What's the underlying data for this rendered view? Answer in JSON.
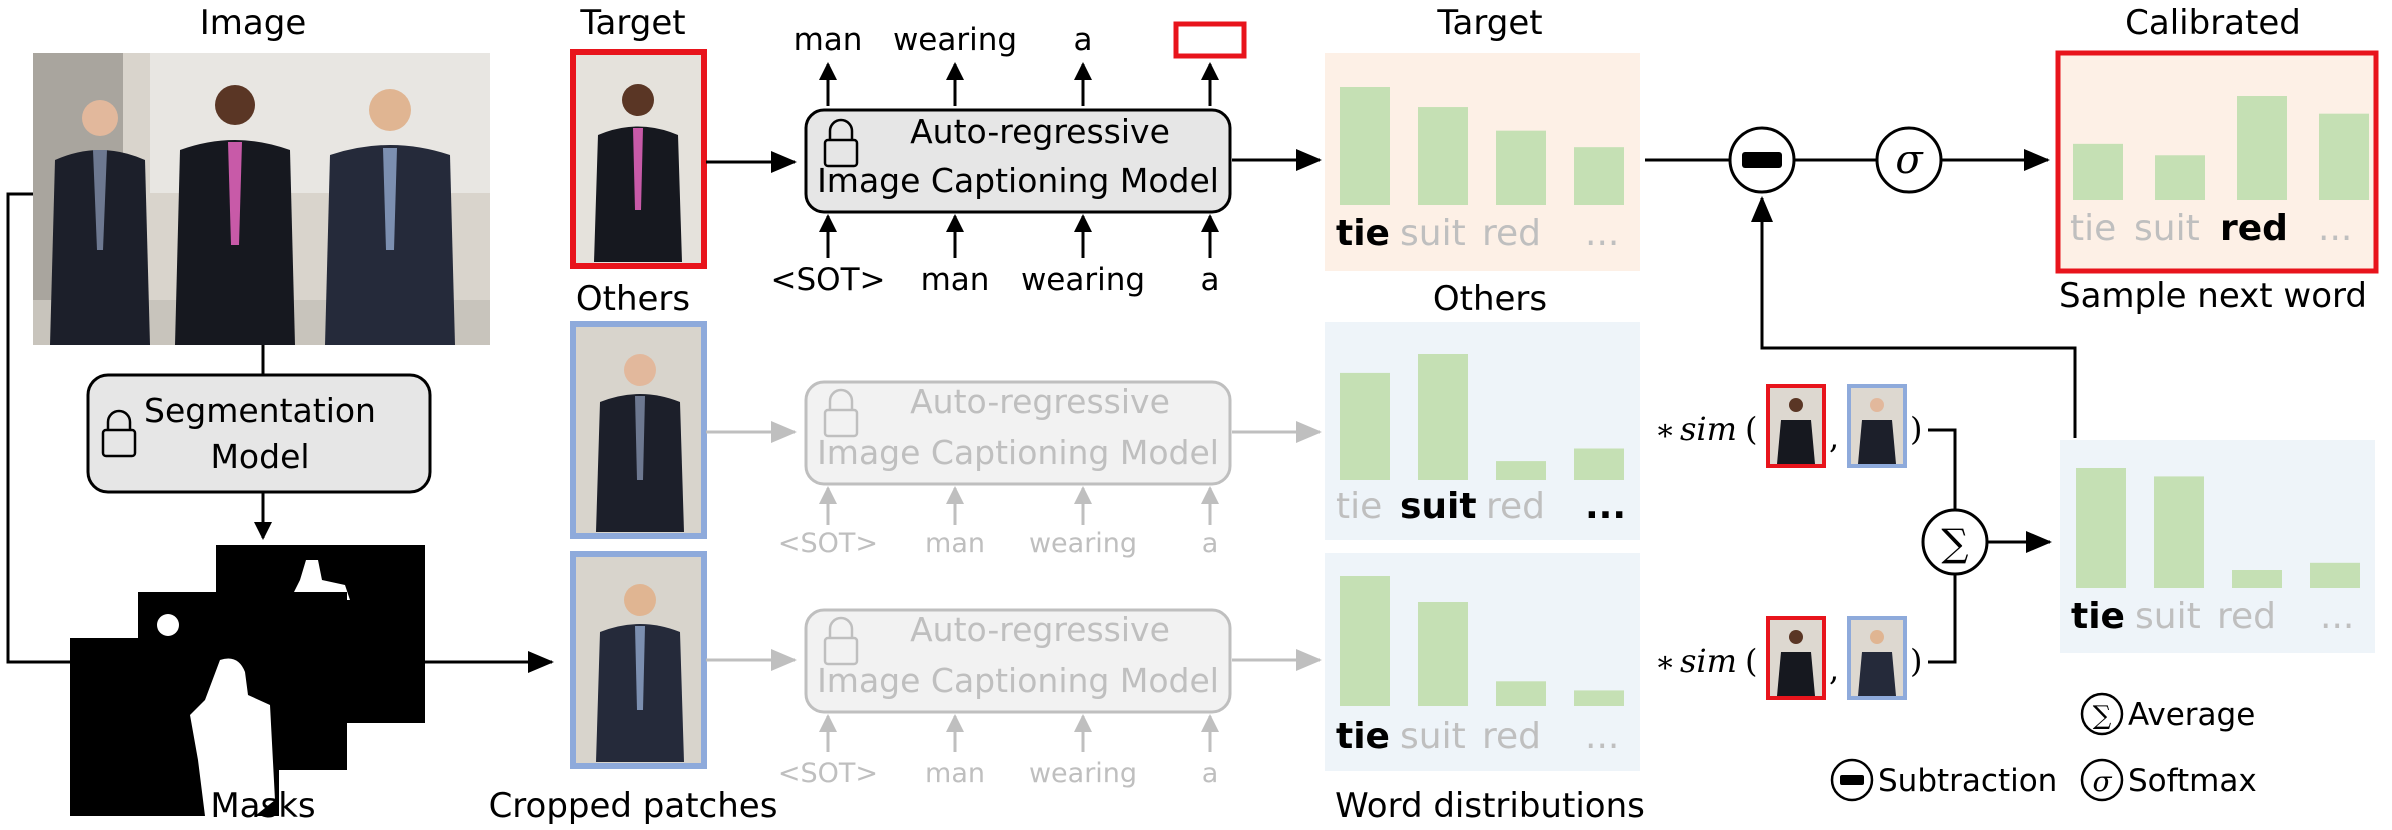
{
  "colors": {
    "target_red": "#e8141c",
    "others_blue": "#8eaadb",
    "bar_green": "#c5e0b4",
    "target_panel": "#fdf0e6",
    "others_panel": "#eef4f9",
    "faded": "#bfbfbf",
    "model_fill": "#e6e6e6"
  },
  "labels": {
    "image": "Image",
    "target": "Target",
    "others": "Others",
    "masks": "Masks",
    "cropped_patches": "Cropped patches",
    "word_distributions": "Word distributions",
    "target_dist": "Target",
    "others_dist": "Others",
    "calibrated": "Calibrated",
    "sample_next_word": "Sample next word"
  },
  "segmentation": {
    "line1": "Segmentation",
    "line2": "Model"
  },
  "captioner": {
    "line1": "Auto-regressive",
    "line2": "Image Captioning Model"
  },
  "outputs": [
    "man",
    "wearing",
    "a"
  ],
  "inputs": [
    "<SOT>",
    "man",
    "wearing",
    "a"
  ],
  "words": {
    "target": [
      "tie",
      "suit",
      "red",
      "..."
    ],
    "others1": [
      "tie",
      "suit",
      "red",
      "..."
    ],
    "others2": [
      "tie",
      "suit",
      "red",
      "..."
    ],
    "avg": [
      "tie",
      "suit",
      "red",
      "..."
    ],
    "calibrated": [
      "tie",
      "suit",
      "red",
      "..."
    ]
  },
  "chart_data": [
    {
      "type": "bar",
      "title": "Target",
      "categories": [
        "tie",
        "suit",
        "red",
        "..."
      ],
      "values": [
        1.0,
        0.83,
        0.63,
        0.49
      ],
      "highlight": "tie"
    },
    {
      "type": "bar",
      "title": "Others",
      "categories": [
        "tie",
        "suit",
        "red",
        "..."
      ],
      "values": [
        0.85,
        1.0,
        0.15,
        0.25
      ],
      "highlight": "suit"
    },
    {
      "type": "bar",
      "title": "",
      "categories": [
        "tie",
        "suit",
        "red",
        "..."
      ],
      "values": [
        1.0,
        0.8,
        0.19,
        0.12
      ],
      "highlight": "tie"
    },
    {
      "type": "bar",
      "title": "",
      "categories": [
        "tie",
        "suit",
        "red",
        "..."
      ],
      "values": [
        1.0,
        0.93,
        0.15,
        0.21
      ],
      "highlight": "tie"
    },
    {
      "type": "bar",
      "title": "Calibrated",
      "categories": [
        "tie",
        "suit",
        "red",
        "..."
      ],
      "values": [
        0.54,
        0.43,
        1.0,
        0.83
      ],
      "highlight": "red"
    }
  ],
  "sim": {
    "prefix": "∗",
    "func": "sim",
    "open": "(",
    "comma": ",",
    "close": ")"
  },
  "legend": {
    "average_symbol": "∑",
    "average": "Average",
    "subtraction": "Subtraction",
    "softmax_symbol": "σ",
    "softmax": "Softmax"
  }
}
